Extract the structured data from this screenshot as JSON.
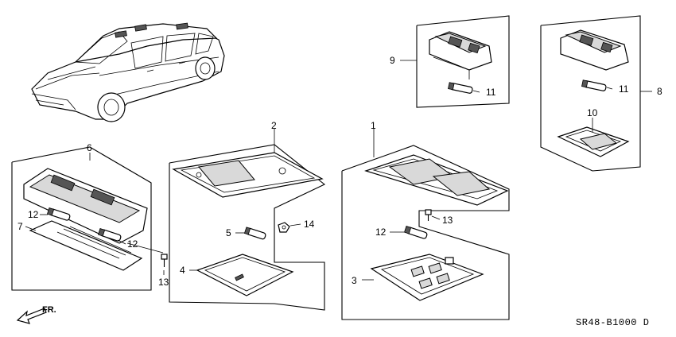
{
  "diagram_code": "SR48-B1000 D",
  "front_label": "FR.",
  "callouts": {
    "c1": "1",
    "c2": "2",
    "c3": "3",
    "c4": "4",
    "c5": "5",
    "c6": "6",
    "c7": "7",
    "c8": "8",
    "c9": "9",
    "c10": "10",
    "c11a": "11",
    "c11b": "11",
    "c12a": "12",
    "c12b": "12",
    "c12c": "12",
    "c13a": "13",
    "c13b": "13",
    "c14": "14"
  }
}
